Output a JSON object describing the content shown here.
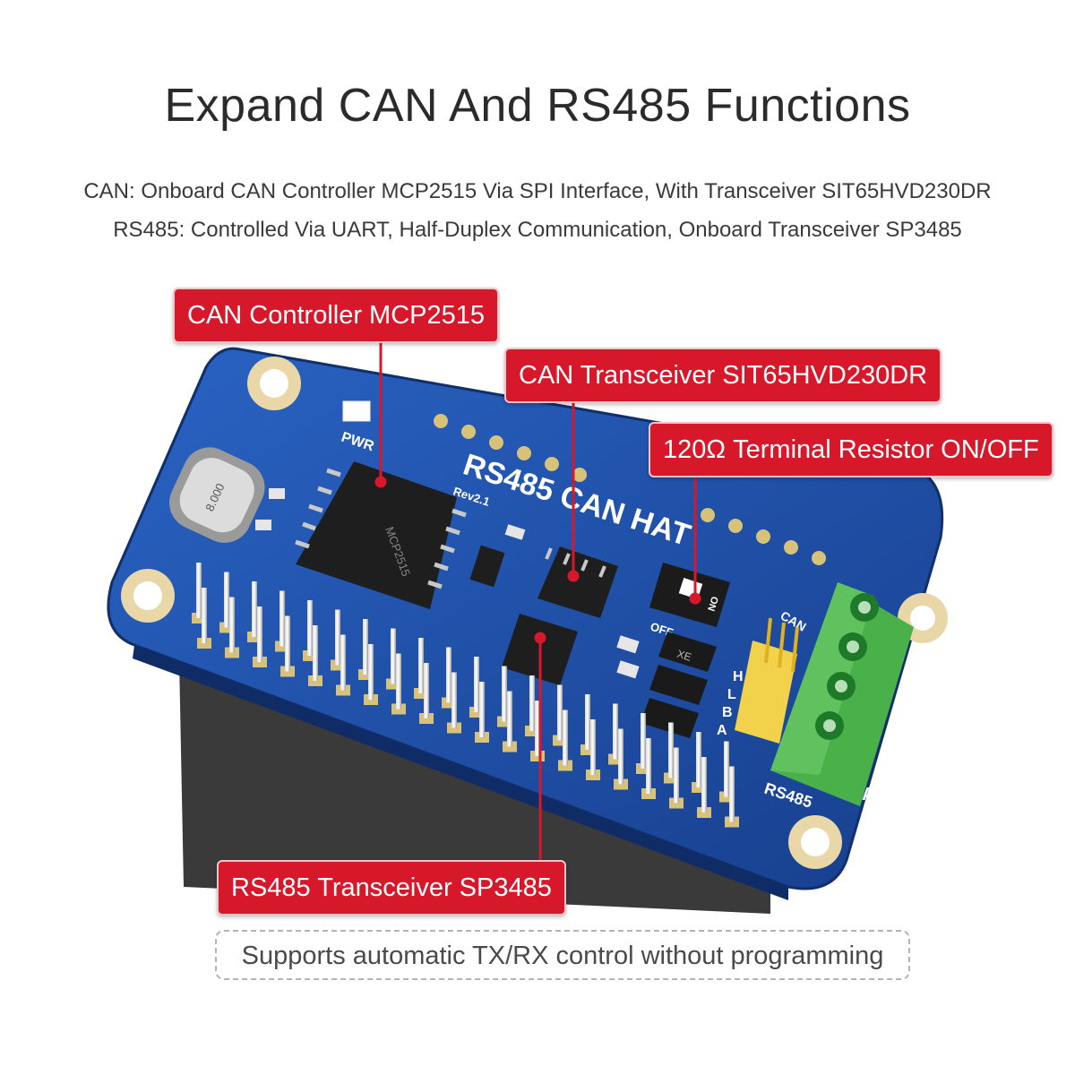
{
  "title": "Expand CAN And RS485 Functions",
  "subtitle_lines": [
    "CAN: Onboard CAN Controller MCP2515 Via SPI Interface, With Transceiver SIT65HVD230DR",
    "RS485: Controlled Via UART, Half-Duplex Communication, Onboard Transceiver SP3485"
  ],
  "callouts": {
    "can_controller": "CAN Controller MCP2515",
    "can_transceiver": "CAN Transceiver SIT65HVD230DR",
    "terminal_resistor": "120Ω Terminal Resistor ON/OFF",
    "rs485_transceiver": "RS485 Transceiver SP3485"
  },
  "note": "Supports automatic TX/RX control without programming",
  "board": {
    "name": "RS485 CAN HAT",
    "revision": "Rev2.1",
    "pwr_label": "PWR",
    "switch_on": "ON",
    "switch_off": "OFF",
    "can_label": "CAN",
    "rs485_label": "RS485",
    "terminal_labels": [
      "H",
      "L",
      "B",
      "A"
    ],
    "header_labels": [
      "H",
      "L",
      "B",
      "A"
    ],
    "crystal_text": "8.000",
    "chip_mcp_text": "MCP2515",
    "diode_text": "XE"
  },
  "colors": {
    "board_blue": "#1f4fa8",
    "callout_red": "#d7182a",
    "terminal_green": "#49b04a",
    "header_yellow": "#f2d24a"
  }
}
